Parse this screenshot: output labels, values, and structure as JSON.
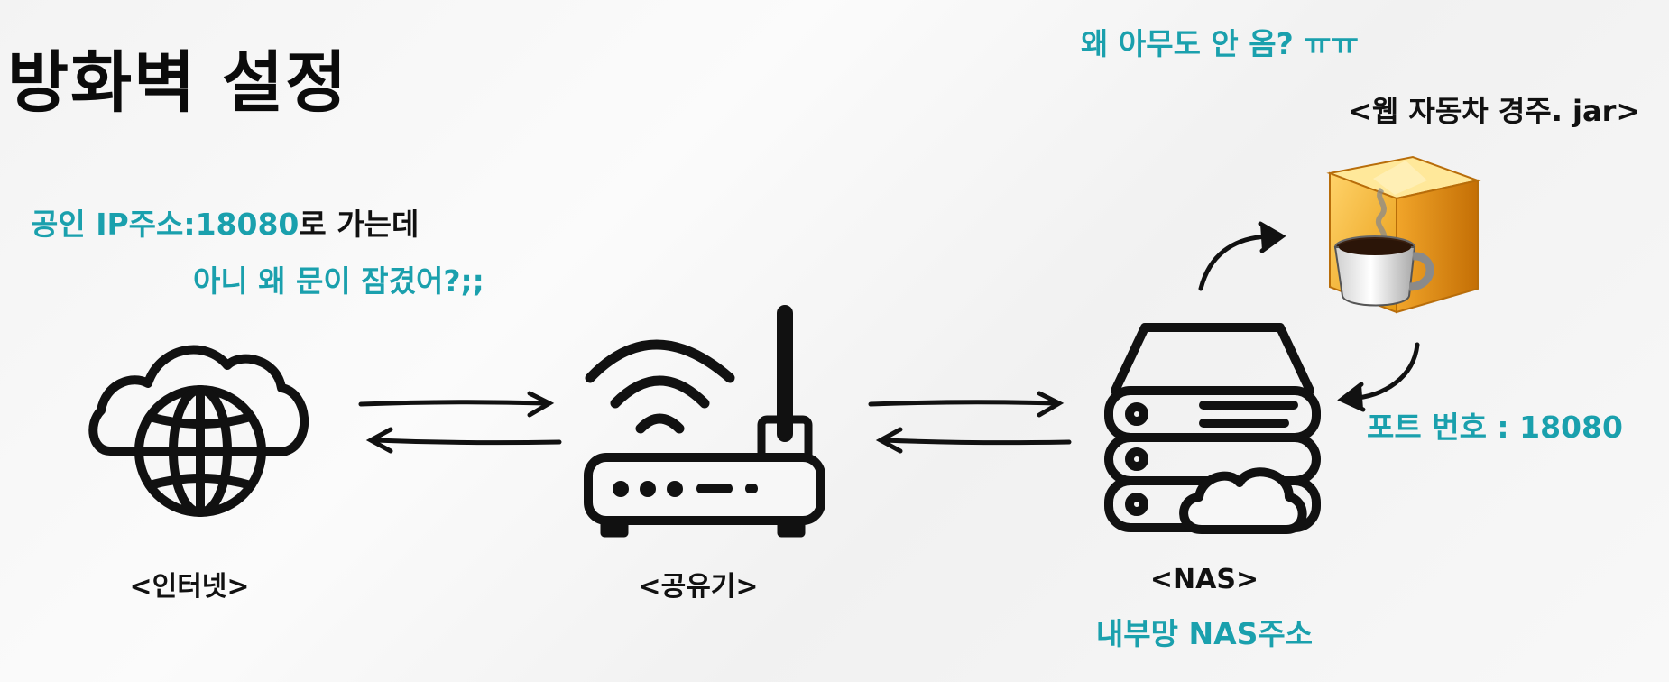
{
  "title": "방화벽 설정",
  "caption_public": {
    "teal": "공인 IP주소:18080",
    "black": "로  가는데"
  },
  "caption_locked": "아니 왜 문이 잠겼어?;;",
  "caption_nobody": "왜 아무도 안 옴? ㅠㅠ",
  "jar_label": "<웹 자동차 경주. jar>",
  "port_label": "포트 번호 : 18080",
  "nodes": {
    "internet": "<인터넷>",
    "router": "<공유기>",
    "nas": "<NAS>",
    "nas_sub": "내부망 NAS주소"
  },
  "colors": {
    "accent": "#1aa0ad",
    "text": "#111111"
  },
  "icons": [
    "cloud-globe-icon",
    "router-icon",
    "nas-server-icon",
    "java-jar-icon",
    "arrow-right-icon",
    "arrow-left-icon",
    "curved-arrow-icon"
  ]
}
